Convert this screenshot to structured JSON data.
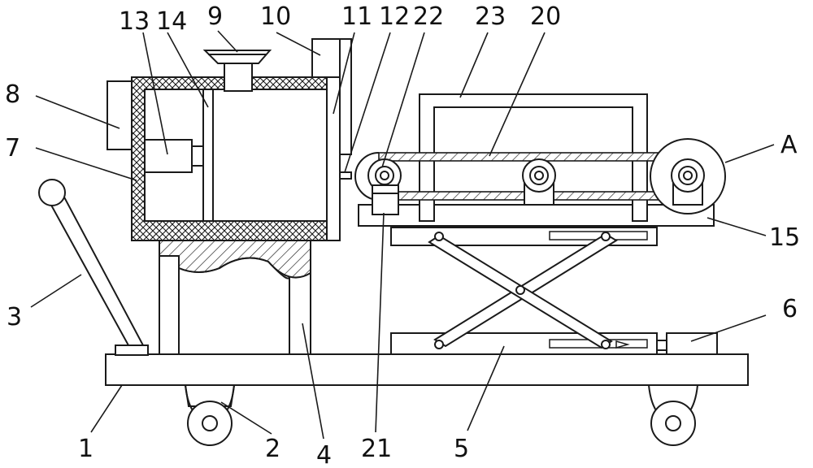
{
  "labels": {
    "l1": "1",
    "l2": "2",
    "l3": "3",
    "l4": "4",
    "l5": "5",
    "l6": "6",
    "l7": "7",
    "l8": "8",
    "l9": "9",
    "l10": "10",
    "l11": "11",
    "l12": "12",
    "l13": "13",
    "l14": "14",
    "l15": "15",
    "l20": "20",
    "l21": "21",
    "l22": "22",
    "l23": "23",
    "lA": "A"
  }
}
